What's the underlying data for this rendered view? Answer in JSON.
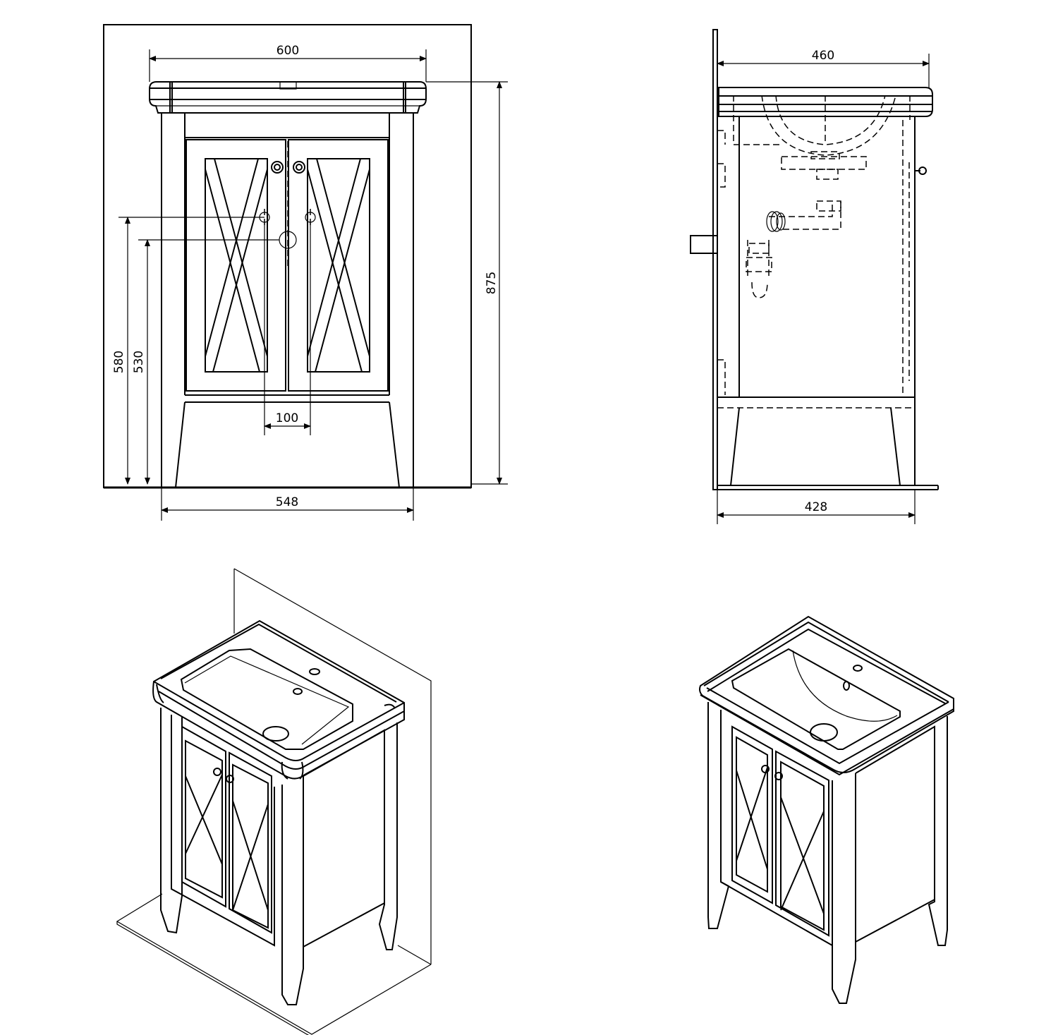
{
  "front_view": {
    "dims": {
      "basin_width": "600",
      "cabinet_width": "548",
      "total_height": "875",
      "drain_height_upper": "580",
      "drain_height_lower": "530",
      "pipe_spacing": "100"
    }
  },
  "side_view": {
    "dims": {
      "basin_depth": "460",
      "cabinet_depth": "428"
    }
  }
}
